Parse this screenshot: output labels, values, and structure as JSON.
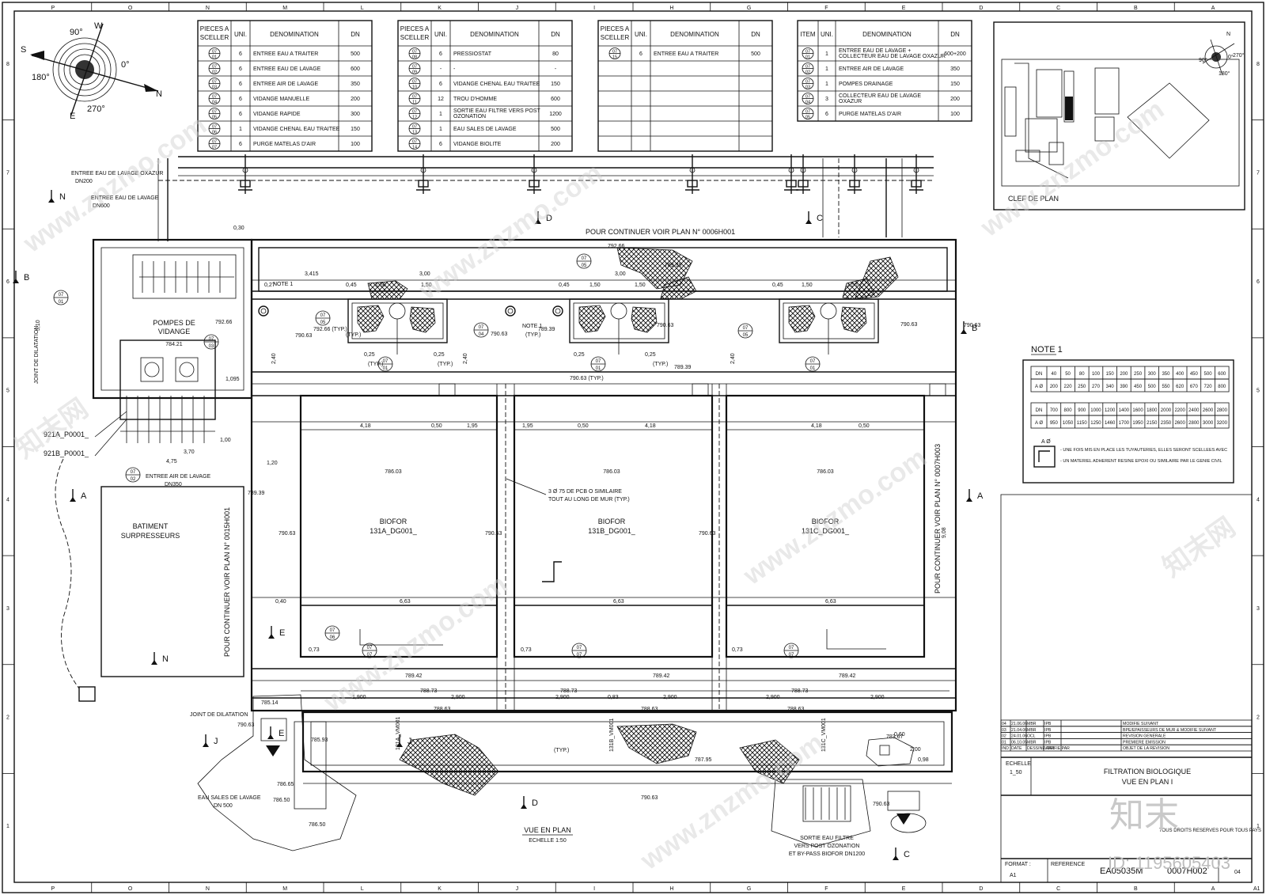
{
  "grid": {
    "cols": [
      "P",
      "O",
      "N",
      "M",
      "L",
      "K",
      "J",
      "I",
      "H",
      "G",
      "F",
      "E",
      "D",
      "C",
      "B",
      "A"
    ],
    "rows": [
      "8",
      "7",
      "6",
      "5",
      "4",
      "3",
      "2",
      "1"
    ]
  },
  "compass": {
    "n90": "90°",
    "w": "W",
    "s": "S",
    "zero": "0°",
    "n": "N",
    "e180": "180°",
    "e": "E",
    "d270": "270°"
  },
  "tables": [
    {
      "headers": [
        "PIECES A SCELLER",
        "UNI.",
        "DENOMINATION",
        "DN"
      ],
      "rows": [
        [
          "07 01",
          "6",
          "ENTREE EAU A TRAITER",
          "500"
        ],
        [
          "07 02",
          "6",
          "ENTREE EAU DE LAVAGE",
          "600"
        ],
        [
          "07 03",
          "6",
          "ENTREE AIR DE LAVAGE",
          "350"
        ],
        [
          "07 04",
          "6",
          "VIDANGE MANUELLE",
          "200"
        ],
        [
          "07 05",
          "6",
          "VIDANGE RAPIDE",
          "300"
        ],
        [
          "07 06",
          "1",
          "VIDANGE CHENAL EAU TRAITEE",
          "150"
        ],
        [
          "07 07",
          "6",
          "PURGE MATELAS D'AIR",
          "100"
        ]
      ]
    },
    {
      "headers": [
        "PIECES A SCELLER",
        "UNI.",
        "DENOMINATION",
        "DN"
      ],
      "rows": [
        [
          "07 08",
          "6",
          "PRESSIOSTAT",
          "80"
        ],
        [
          "07 09",
          "-",
          "-",
          "-"
        ],
        [
          "07 10",
          "6",
          "VIDANGE CHENAL EAU TRAITEE",
          "150"
        ],
        [
          "07 11",
          "12",
          "TROU D'HOMME",
          "600"
        ],
        [
          "07 12",
          "1",
          "SORTIE EAU FILTRE VERS POST OZONATION",
          "1200"
        ],
        [
          "07 13",
          "1",
          "EAU SALES DE LAVAGE",
          "500"
        ],
        [
          "07 14",
          "6",
          "VIDANGE BIOLITE",
          "200"
        ]
      ]
    },
    {
      "headers": [
        "PIECES A SCELLER",
        "UNI.",
        "DENOMINATION",
        "DN"
      ],
      "rows": [
        [
          "07 15",
          "6",
          "ENTREE EAU A TRAITER",
          "500"
        ],
        [
          "",
          "",
          "",
          ""
        ],
        [
          "",
          "",
          "",
          ""
        ],
        [
          "",
          "",
          "",
          ""
        ],
        [
          "",
          "",
          "",
          ""
        ],
        [
          "",
          "",
          "",
          ""
        ],
        [
          "",
          "",
          "",
          ""
        ]
      ]
    },
    {
      "headers": [
        "ITEM",
        "UNI.",
        "DENOMINATION",
        "DN"
      ],
      "rows": [
        [
          "07 01",
          "1",
          "ENTREE EAU DE LAVAGE + COLLECTEUR EAU DE LAVAGE OXAZUR",
          "600+200"
        ],
        [
          "07 02",
          "1",
          "ENTREE AIR DE LAVAGE",
          "350"
        ],
        [
          "07 03",
          "1",
          "POMPES DRAINAGE",
          "150"
        ],
        [
          "07 04",
          "3",
          "COLLECTEUR EAU DE LAVAGE OXAZUR",
          "200"
        ],
        [
          "07 05",
          "6",
          "PURGE MATELAS D'AIR",
          "100"
        ]
      ]
    }
  ],
  "keyplan": {
    "title": "CLEF DE PLAN",
    "compass_n": "N",
    "compass_0": "0°",
    "compass_90": "90°",
    "compass_270": "270°",
    "compass_180": "180°"
  },
  "note1": {
    "title": "NOTE 1",
    "row1_label": "DN",
    "row1": [
      "40",
      "50",
      "80",
      "100",
      "150",
      "200",
      "250",
      "300",
      "350",
      "400",
      "450",
      "500",
      "600"
    ],
    "row2_label": "A Ø",
    "row2": [
      "200",
      "220",
      "250",
      "270",
      "340",
      "390",
      "450",
      "500",
      "550",
      "620",
      "670",
      "720",
      "800"
    ],
    "row3_label": "DN",
    "row3": [
      "700",
      "800",
      "900",
      "1000",
      "1200",
      "1400",
      "1600",
      "1800",
      "2000",
      "2200",
      "2400",
      "2600",
      "2800"
    ],
    "row4_label": "A Ø",
    "row4": [
      "950",
      "1050",
      "1150",
      "1250",
      "1460",
      "1700",
      "1950",
      "2150",
      "2350",
      "2600",
      "2800",
      "3000",
      "3200"
    ],
    "symbol_label": "A Ø",
    "text1": "- UNE FOIS MIS EN PLACE LES TUYAUTERIES, ELLES SERONT SCELLEES AVEC",
    "text2": "- UN MATERIEL ADHERENT RESINE EPOXI OU SIMILAIRE PAR LE GENIE CIVIL"
  },
  "revisions": {
    "rows": [
      [
        "04",
        "21.06.06",
        "MBR",
        "IPB",
        "MODIFIE SUIVANT"
      ],
      [
        "03",
        "21.04.06",
        "MBR",
        "IPB",
        "BPE/EPAISSEURS DE MUR & MODIFIE SUIVANT"
      ],
      [
        "02",
        "24.01.06",
        "OCL",
        "IPB",
        "REVISION GENERALE"
      ],
      [
        "01",
        "06.10.05",
        "MBR",
        "IPB",
        "PREMIERE EMISSION"
      ]
    ],
    "headers": [
      "IND",
      "DATE",
      "DESSINE PAR",
      "VERIFIE PAR",
      "OBJET DE LA REVISION"
    ]
  },
  "titleblock": {
    "echelle_label": "ECHELLE",
    "echelle": "1_50",
    "title1": "FILTRATION BIOLOGIQUE",
    "title2": "VUE EN PLAN I",
    "rights": "TOUS DROITS RESERVES POUR TOUS PAYS",
    "format_label": "FORMAT :",
    "format": "A1",
    "reference_label": "REFERENCE",
    "reference": "EA05035M",
    "plan_no": "0007H002",
    "rev": "04",
    "sheet": "A1"
  },
  "plan": {
    "continue_top": "POUR CONTINUER VOIR PLAN N° 0006H001",
    "continue_left": "POUR CONTINUER VOIR PLAN N° 0015H001",
    "continue_right": "POUR CONTINUER VOIR PLAN N° 0007H003",
    "vue_en_plan": "VUE EN PLAN",
    "echelle": "ECHELLE 1:50",
    "biofor": [
      {
        "name": "BIOFOR",
        "tag": "131A_DG001_",
        "level": "786.03"
      },
      {
        "name": "BIOFOR",
        "tag": "131B_DG001_",
        "level": "786.03"
      },
      {
        "name": "BIOFOR",
        "tag": "131C_DG001_",
        "level": "786.03"
      }
    ],
    "pompes": [
      "POMPES DE",
      "VIDANGE"
    ],
    "pompes_level": "784.21",
    "batiment": [
      "BATIMENT",
      "SURPRESSEURS"
    ],
    "labels": {
      "entree_oxazur": "ENTREE EAU DE LAVAGE OXAZUR",
      "dn200": "DN200",
      "entree_lavage": "ENTREE EAU DE LAVAGE",
      "dn600": "DN600",
      "entree_air": "ENTREE AIR DE LAVAGE",
      "dn350": "DN350",
      "p921a": "921A_P0001_",
      "p921b": "921B_P0001_",
      "joint_left": "JOINT DE DILATATION",
      "joint_bottom": "JOINT DE DILATATION",
      "eau_sales": "EAU SALES DE LAVAGE",
      "dn500": "DN 500",
      "sortie1": "SORTIE EAU FILTRE",
      "sortie2": "VERS POST OZONATION",
      "sortie3": "ET BY-PASS BIOFOR DN1200",
      "pcb1": "3 Ø 75 DE PCB O SIMILAIRE",
      "pcb2": "TOUT AU LONG DE MUR (TYP.)",
      "note1": "NOTE 1",
      "typ": "(TYP.)",
      "vm1": "131A_VM001",
      "vm2": "131B_VM001",
      "vm3": "131C_VM001"
    },
    "levels": {
      "l79266a": "792.66",
      "l79266b": "792.66",
      "l79266c": "792.66 (TYP.)",
      "l78939a": "789.39",
      "l78939b": "789.39",
      "l78939c": "789.39",
      "l78939d": "789.39",
      "l79063a": "790.63",
      "l79063b": "790.63",
      "l79063c": "790.63",
      "l79063d": "790.63 (TYP.)",
      "l79063e": "790.63",
      "l79063f": "790.63",
      "l79063g": "790.63",
      "l79063h": "790.63",
      "l79063i": "790.63",
      "l79063j": "790.63",
      "l79063k": "790.63",
      "l79063l": "790.63",
      "l78942a": "789.42",
      "l78942b": "789.42",
      "l78942c": "789.42",
      "l78873a": "788.73",
      "l78873b": "788.73",
      "l78873c": "788.73",
      "l78863a": "788.63",
      "l78863b": "788.63",
      "l78863c": "788.63",
      "l78514": "785.14",
      "l78593": "785.93",
      "l78665": "786.65",
      "l78650a": "786.50",
      "l78650b": "786.50",
      "l78795": "787.95",
      "l78367": "783.67"
    },
    "dims": {
      "d030": "0,30",
      "d3415": "3,415",
      "d300a": "3,00",
      "d300b": "3,00",
      "d027": "0,27",
      "d045a": "0,45",
      "d150a": "1,50",
      "d150b": "1,50",
      "d045b": "0,45",
      "d150c": "1,50",
      "d150d": "1,50",
      "d045c": "0,45",
      "d150e": "1,50",
      "d150f": "1,50",
      "d418a": "4,18",
      "d050a": "0,50",
      "d195a": "1,95",
      "d195b": "1,95",
      "d050b": "0,50",
      "d418b": "4,18",
      "d418c": "4,18",
      "d050c": "0,50",
      "d663a": "6,63",
      "d663b": "6,63",
      "d663c": "6,63",
      "d120": "1,20",
      "d040": "0,40",
      "d1095": "1,095",
      "d475": "4,75",
      "d370": "3,70",
      "d100": "1,00",
      "d073a": "0,73",
      "d073b": "0,73",
      "d073c": "0,73",
      "d1900": "1,900",
      "d2900a": "2,900",
      "d2900b": "2,900",
      "d2900c": "2,900",
      "d2900d": "2,900",
      "d2900e": "2,900",
      "d083": "0,83",
      "d908": "9,08",
      "d510": "5,10",
      "d240a": "2,40",
      "d240b": "2,40",
      "d240c": "2,40",
      "d025a": "0,25",
      "d025b": "0,25",
      "d025c": "0,25",
      "d025d": "0,25",
      "d060": "0,60",
      "d200": "2,00",
      "d098": "0,98"
    },
    "sections": {
      "a": "A",
      "b": "B",
      "c": "C",
      "d": "D",
      "e": "E",
      "j": "J",
      "n": "N"
    },
    "tags": {
      "t0705": "07 05",
      "t0701": "07 01",
      "t0703": "07 03",
      "t0704": "07 04",
      "t0706": "07 06",
      "t0707": "07 07",
      "t0702": "07 02"
    }
  },
  "watermark": {
    "text": "www.znzmo.com",
    "brand": "知末网",
    "logo": "知末",
    "id": "ID: 1195605403"
  }
}
